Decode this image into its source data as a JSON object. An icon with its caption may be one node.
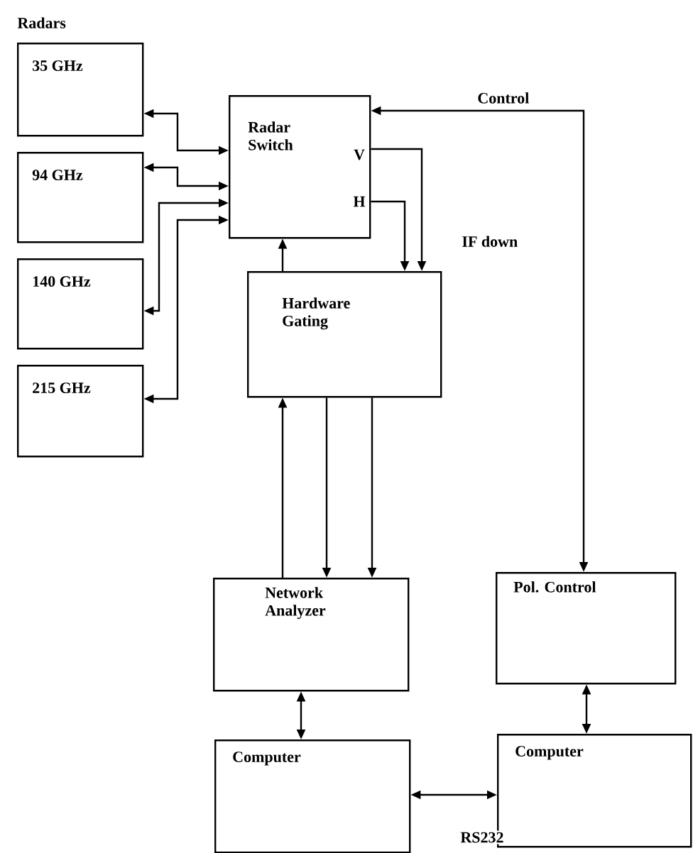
{
  "diagram": {
    "nodes": [
      {
        "text": [
          "35 GHz"
        ]
      },
      {
        "text": [
          "94 GHz"
        ]
      },
      {
        "text": [
          "140 GHz"
        ]
      },
      {
        "text": [
          "215 GHz"
        ]
      },
      {
        "text": [
          "Radar Switch",
          "V",
          "H"
        ]
      },
      {
        "text": [
          "Hardware Gating"
        ]
      },
      {
        "text": [
          "Network Analyzer"
        ]
      },
      {
        "text": [
          "Pol. Control"
        ]
      },
      {
        "text": [
          "Computer"
        ]
      },
      {
        "text": [
          "Computer"
        ]
      }
    ],
    "edges": [
      {
        "from": 0,
        "to": 4,
        "arrow": "both"
      },
      {
        "from": 1,
        "to": 4,
        "arrow": "both"
      },
      {
        "from": 2,
        "to": 4,
        "arrow": "both"
      },
      {
        "from": 3,
        "to": 4,
        "arrow": "both"
      },
      {
        "from": 4,
        "to": 5,
        "arrow": "to"
      },
      {
        "from": 4,
        "to": 5,
        "arrow": "to"
      },
      {
        "from": 5,
        "to": 4,
        "arrow": "to"
      },
      {
        "from": 6,
        "to": 5,
        "arrow": "to"
      },
      {
        "from": 5,
        "to": 6,
        "arrow": "to"
      },
      {
        "from": 5,
        "to": 6,
        "arrow": "to"
      },
      {
        "from": 4,
        "to": 7,
        "arrow": "both",
        "label": "Control"
      },
      {
        "from": 6,
        "to": 8,
        "arrow": "both"
      },
      {
        "from": 7,
        "to": 9,
        "arrow": "both"
      },
      {
        "from": 8,
        "to": 9,
        "arrow": "both",
        "label": "RS232"
      }
    ],
    "labels": [
      "Radars",
      "IF down"
    ]
  }
}
